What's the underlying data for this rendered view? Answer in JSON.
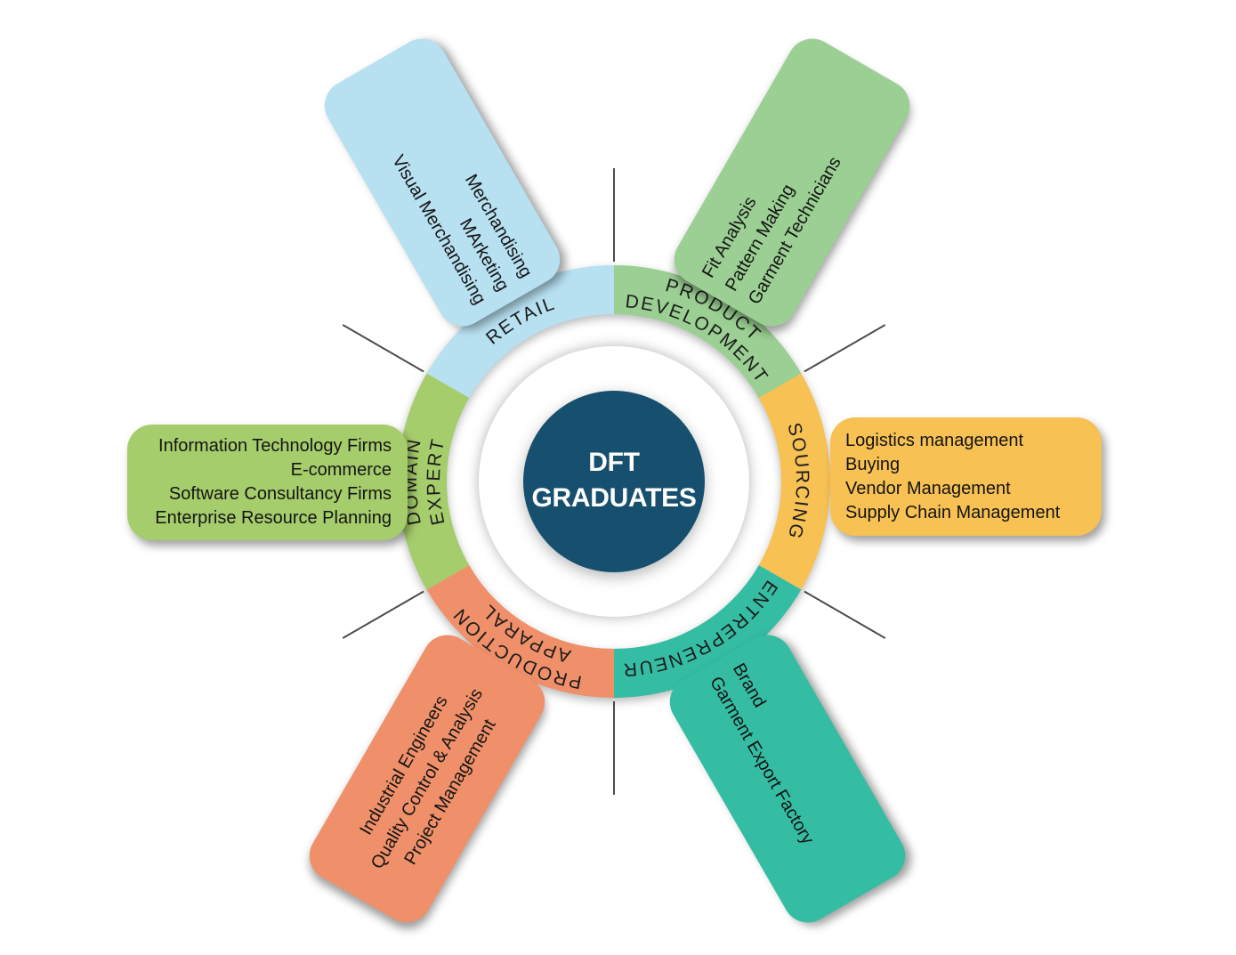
{
  "diagram": {
    "center": {
      "title_line1": "DFT",
      "title_line2": "GRADUATES",
      "color": "#17506e"
    },
    "wheel": {
      "retail": {
        "label": "RETAIL",
        "color": "#b7e0f1"
      },
      "product_development": {
        "label_line1": "PRODUCT",
        "label_line2": "DEVELOPMENT",
        "color": "#9bcf93"
      },
      "sourcing": {
        "label": "SOURCING",
        "color": "#f7c153"
      },
      "entrepreneur": {
        "label": "ENTREPRENEUR",
        "color": "#35bda3"
      },
      "apparal_production": {
        "label_line1": "APPARAL",
        "label_line2": "PRODUCTION",
        "color": "#f0906a"
      },
      "domain_expert": {
        "label_line1": "DOMAIN",
        "label_line2": "EXPERT",
        "color": "#a6cd6c"
      }
    },
    "callouts": {
      "retail": {
        "color": "#b7e0f1",
        "lines": [
          "Merchandising",
          "MArketing",
          "Visual Merchandising"
        ]
      },
      "product_development": {
        "color": "#9bcf93",
        "lines": [
          "Fit Analysis",
          "Pattern Making",
          "Garment Technicians"
        ]
      },
      "sourcing": {
        "color": "#f7c153",
        "lines": [
          "Logistics management",
          "Buying",
          "Vendor Management",
          "Supply Chain Management"
        ]
      },
      "entrepreneur": {
        "color": "#35bda3",
        "lines": [
          "Brand",
          "Garment Export Factory"
        ]
      },
      "apparal_production": {
        "color": "#f0906a",
        "lines": [
          "Industrial Engineers",
          "Quality Control & Analysis",
          "Project Management"
        ]
      },
      "domain_expert": {
        "color": "#a6cd6c",
        "lines": [
          "Information Technology Firms",
          "E-commerce",
          "Software Consultancy Firms",
          "Enterprise Resource Planning"
        ]
      }
    }
  }
}
